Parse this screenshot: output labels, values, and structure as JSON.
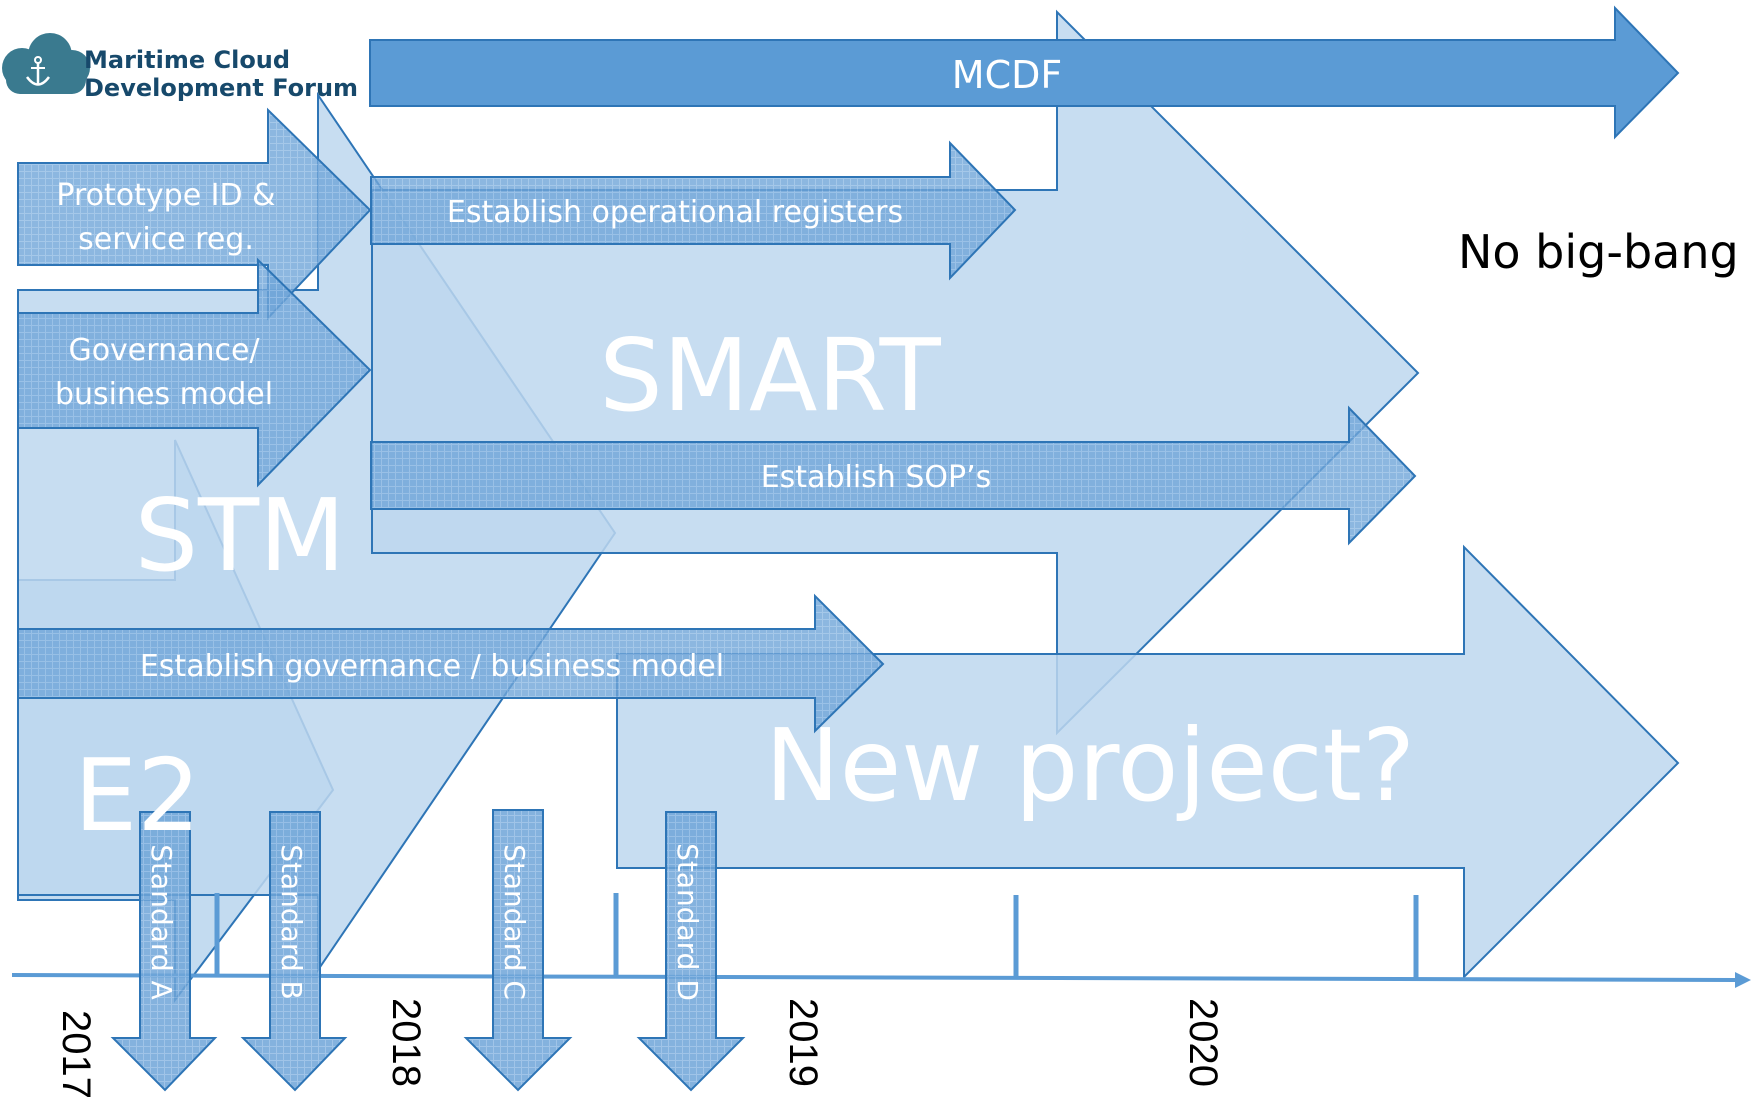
{
  "logo": {
    "line1": "Maritime Cloud",
    "line2": "Development Forum",
    "icon": "cloud-anchor-icon"
  },
  "projects": {
    "mcdf": "MCDF",
    "smart": "SMART",
    "stm": "STM",
    "e2": "E2",
    "new_project": "New project?"
  },
  "activities": {
    "prototype_line1": "Prototype ID &",
    "prototype_line2": "service reg.",
    "registers": "Establish operational registers",
    "governance_line1": "Governance/",
    "governance_line2": "busines model",
    "sops": "Establish SOP’s",
    "gov_model": "Establish governance / business model"
  },
  "standards": [
    "Standard A",
    "Standard B",
    "Standard C",
    "Standard D"
  ],
  "timeline": {
    "years": [
      "2017",
      "2018",
      "2019",
      "2020"
    ]
  },
  "side_note": "No big-bang",
  "colors": {
    "light_fill": "#bdd7ee",
    "mid_fill": "#5b9bd5",
    "outline": "#2e75b6",
    "axis": "#5b9bd5"
  }
}
